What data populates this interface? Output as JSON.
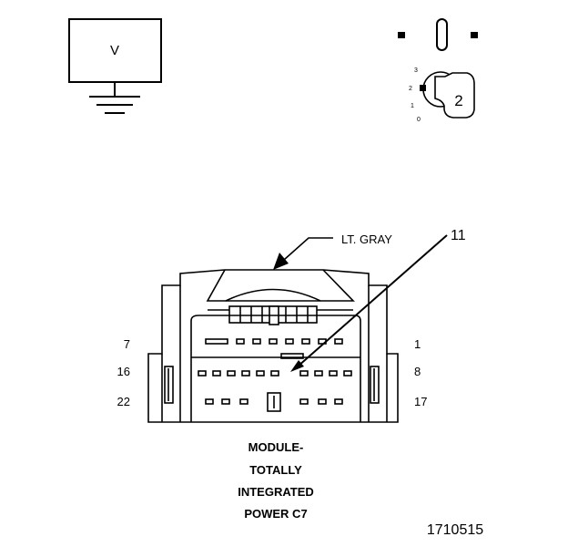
{
  "voltmeter": {
    "symbol": "V"
  },
  "range_selector": {
    "ticks": [
      "3",
      "2",
      "1",
      "0"
    ],
    "selected": "2"
  },
  "connector": {
    "color_callout": "LT. GRAY",
    "callout_number": "11",
    "pin_labels_left": [
      "7",
      "16",
      "22"
    ],
    "pin_labels_right": [
      "1",
      "8",
      "17"
    ],
    "caption": [
      "MODULE-",
      "TOTALLY",
      "INTEGRATED",
      "POWER C7"
    ]
  },
  "figure_id": "1710515"
}
